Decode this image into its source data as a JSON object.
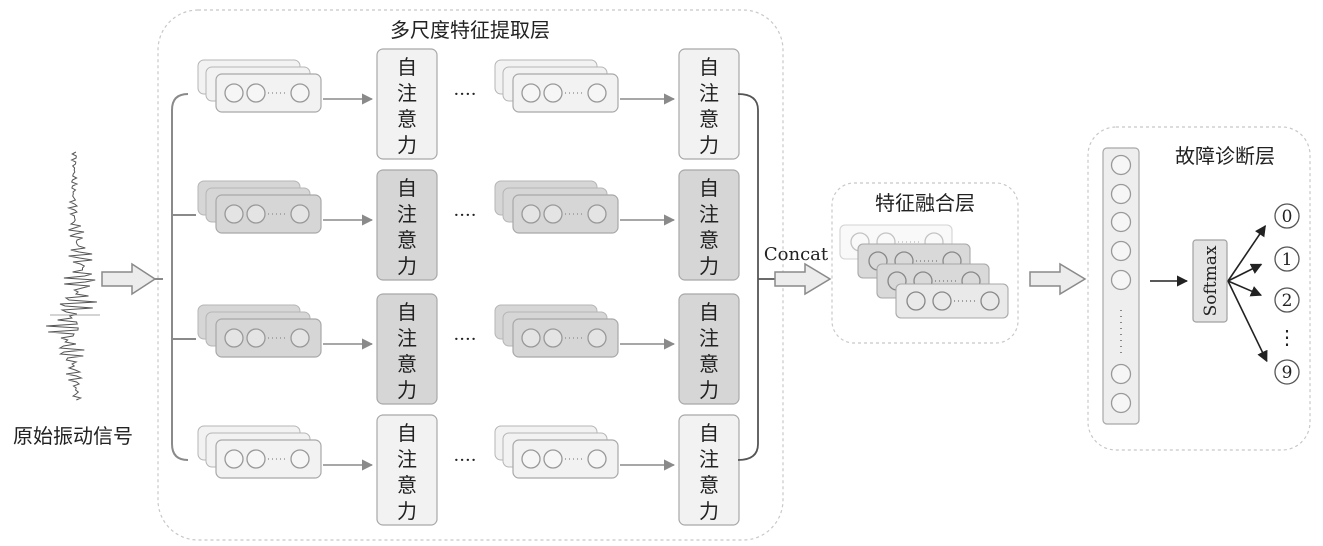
{
  "labels": {
    "input_signal": "原始振动信号",
    "multiscale_layer": "多尺度特征提取层",
    "fusion_layer": "特征融合层",
    "diagnosis_layer": "故障诊断层",
    "concat": "Concat",
    "softmax": "Softmax",
    "attention": [
      "自",
      "注",
      "意",
      "力"
    ],
    "between_dots": "····",
    "outputs": [
      "0",
      "1",
      "2",
      "9"
    ],
    "output_ellipsis": "⋮"
  },
  "colors": {
    "row_light_fill": "#f2f2f2",
    "row_dark_fill": "#d6d6d6",
    "border": "#a8a8a8",
    "arrow": "#8a8a8a",
    "dashed_box": "#c8c8c8"
  },
  "rows": [
    {
      "shade": "light"
    },
    {
      "shade": "dark"
    },
    {
      "shade": "dark"
    },
    {
      "shade": "light"
    }
  ]
}
